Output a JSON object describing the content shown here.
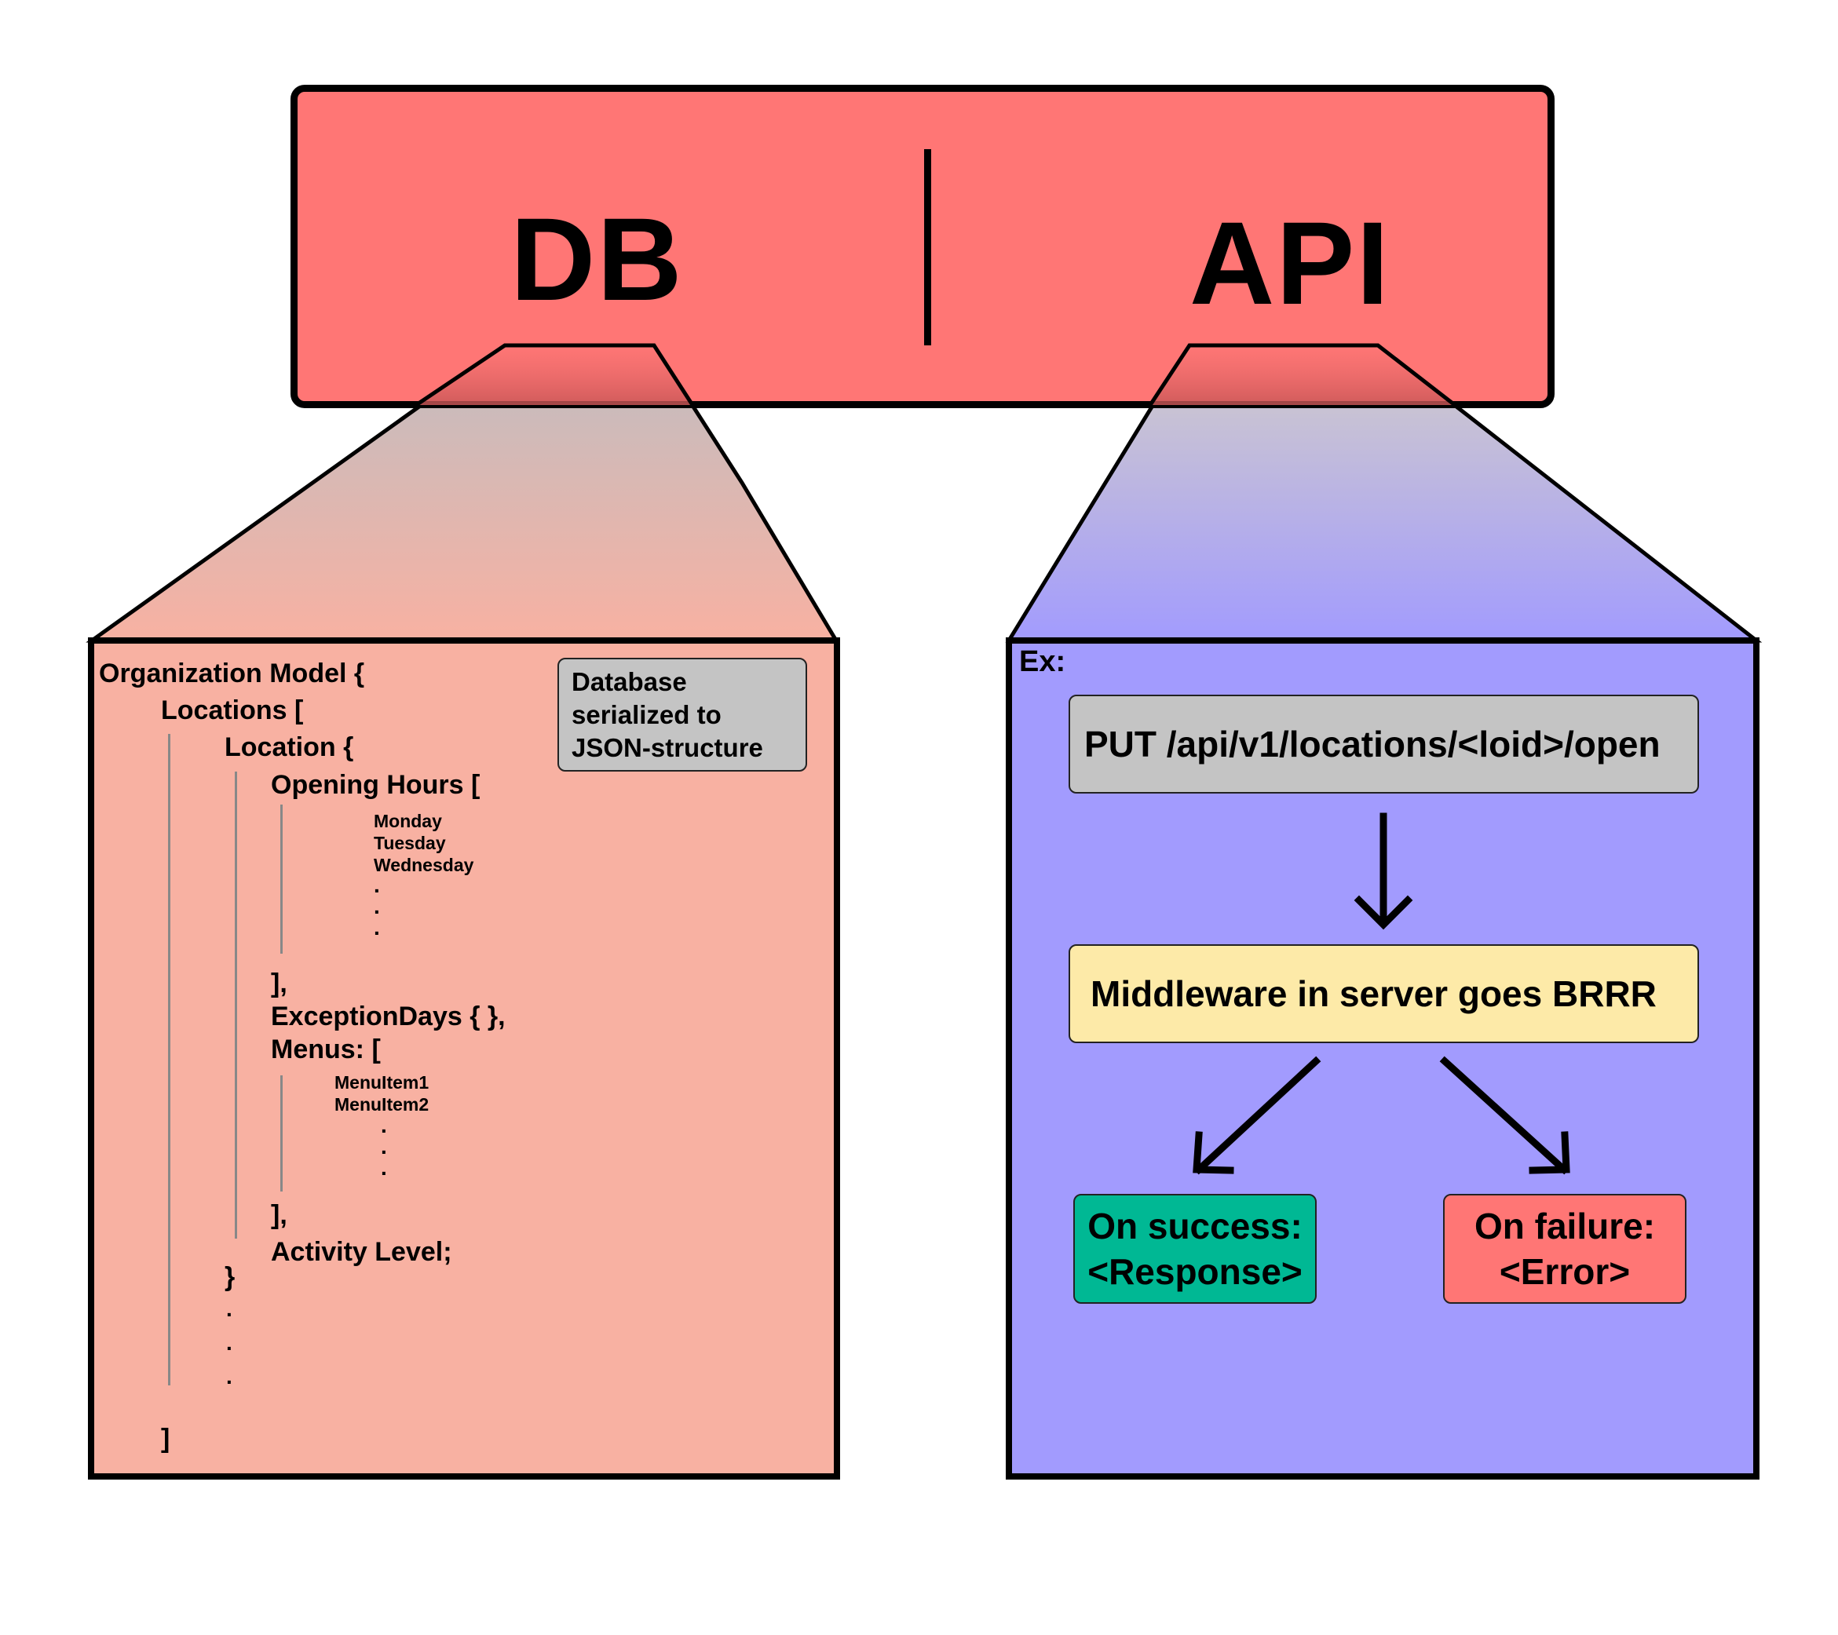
{
  "top": {
    "db_label": "DB",
    "api_label": "API"
  },
  "db_panel": {
    "note": {
      "line1": "Database",
      "line2": "serialized to",
      "line3": "JSON-structure"
    },
    "code": {
      "org": "Organization Model {",
      "locations": "Locations [",
      "location": "Location {",
      "opening_hours": "Opening Hours [",
      "days": [
        "Monday",
        "Tuesday",
        "Wednesday"
      ],
      "close_hours": "],",
      "exception_days": "ExceptionDays { },",
      "menus": "Menus: [",
      "menu_items": [
        "MenuItem1",
        "MenuItem2"
      ],
      "close_menus": "],",
      "activity": "Activity Level;",
      "close_location": "}",
      "close_locations": "]",
      "ellipsis": "."
    }
  },
  "api_panel": {
    "ex_label": "Ex:",
    "request": "PUT /api/v1/locations/<loid>/open",
    "middleware": "Middleware in server goes BRRR",
    "success": {
      "line1": "On success:",
      "line2": "<Response>"
    },
    "failure": {
      "line1": "On failure:",
      "line2": "<Error>"
    }
  },
  "colors": {
    "banner": "#ff7675",
    "db_panel": "#f8b1a2",
    "api_panel": "#a29bfe",
    "request_box": "#c4c4c4",
    "middleware_box": "#fdeaa8",
    "success_box": "#00b894",
    "failure_box": "#ff7675"
  }
}
